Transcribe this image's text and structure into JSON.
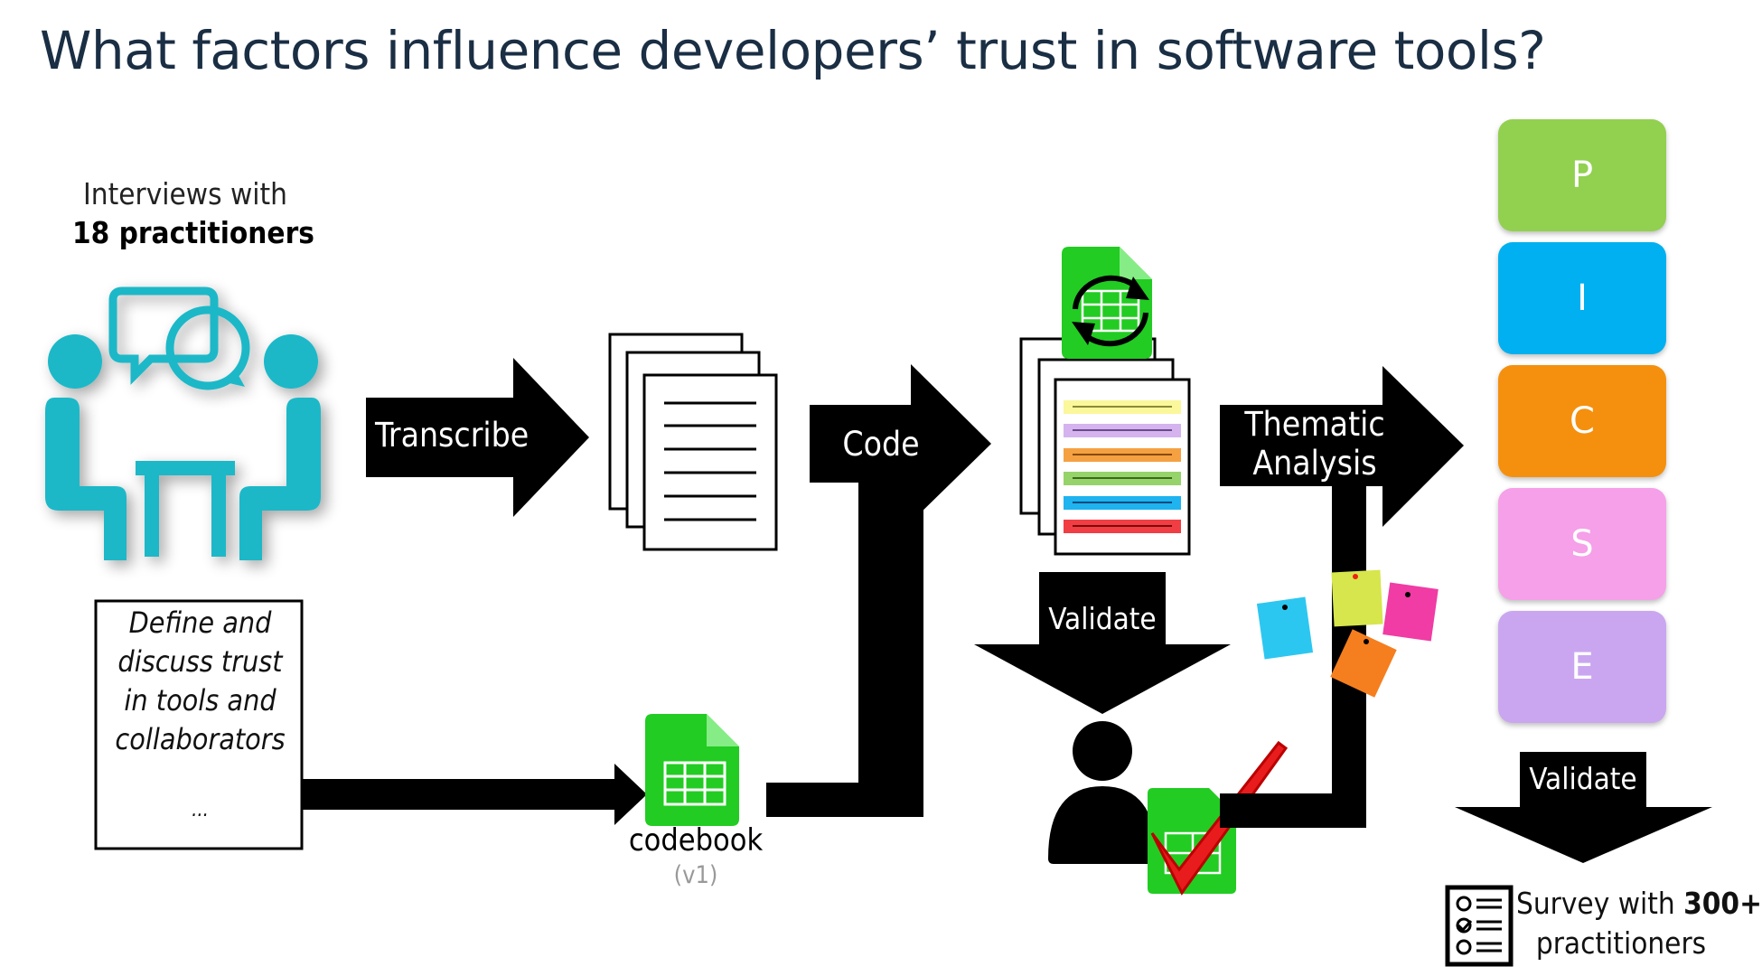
{
  "title": "What factors influence developers’ trust in software tools?",
  "interviews": {
    "line1": "Interviews with",
    "line2": "18 practitioners"
  },
  "define_box": {
    "lines": [
      "Define and",
      "discuss trust",
      "in tools and",
      "collaborators",
      "..."
    ]
  },
  "arrows": {
    "transcribe": "Transcribe",
    "code": "Code",
    "thematic_line1": "Thematic",
    "thematic_line2": "Analysis",
    "validate_1": "Validate",
    "validate_2": "Validate"
  },
  "codebook": {
    "label": "codebook",
    "version": "(v1)"
  },
  "pices": [
    {
      "letter": "P",
      "color": "#92d050"
    },
    {
      "letter": "I",
      "color": "#00b0f0"
    },
    {
      "letter": "C",
      "color": "#f5900e"
    },
    {
      "letter": "S",
      "color": "#f5a0e8"
    },
    {
      "letter": "E",
      "color": "#caa6f0"
    }
  ],
  "survey": {
    "prefix": "Survey with ",
    "count": "300+",
    "line2": "practitioners"
  },
  "colors": {
    "teal": "#1ab8c8",
    "green_sheet": "#22cc22",
    "title": "#1a2e44"
  },
  "icons": [
    "interview-icon",
    "documents-icon",
    "spreadsheet-icon",
    "sync-icon",
    "person-icon",
    "checkmark-icon",
    "sticky-notes-icon",
    "survey-icon"
  ]
}
